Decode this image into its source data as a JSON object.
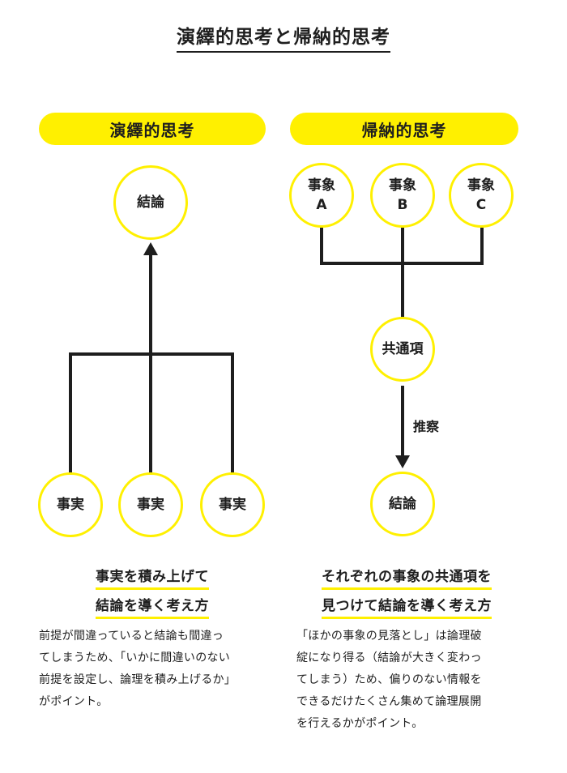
{
  "title": "演繹的思考と帰納的思考",
  "deductive": {
    "header": "演繹的思考",
    "conclusion": "結論",
    "facts": [
      "事実",
      "事実",
      "事実"
    ],
    "headline_lines": [
      "事実を積み上げて",
      "結論を導く考え方"
    ],
    "description": "前提が間違っていると結論も間違っ\nてしまうため、「いかに間違いのない\n前提を設定し、論理を積み上げるか」\nがポイント。"
  },
  "inductive": {
    "header": "帰納的思考",
    "events": [
      {
        "line1": "事象",
        "line2": "A"
      },
      {
        "line1": "事象",
        "line2": "B"
      },
      {
        "line1": "事象",
        "line2": "C"
      }
    ],
    "common": "共通項",
    "inference_label": "推察",
    "conclusion": "結論",
    "headline_lines": [
      "それぞれの事象の共通項を",
      "見つけて結論を導く考え方"
    ],
    "description": "「ほかの事象の見落とし」は論理破\n綻になり得る（結論が大きく変わっ\nてしまう）ため、偏りのない情報を\nできるだけたくさん集めて論理展開\nを行えるかがポイント。"
  },
  "colors": {
    "accent": "#fff000",
    "ink": "#1e1e1e"
  }
}
